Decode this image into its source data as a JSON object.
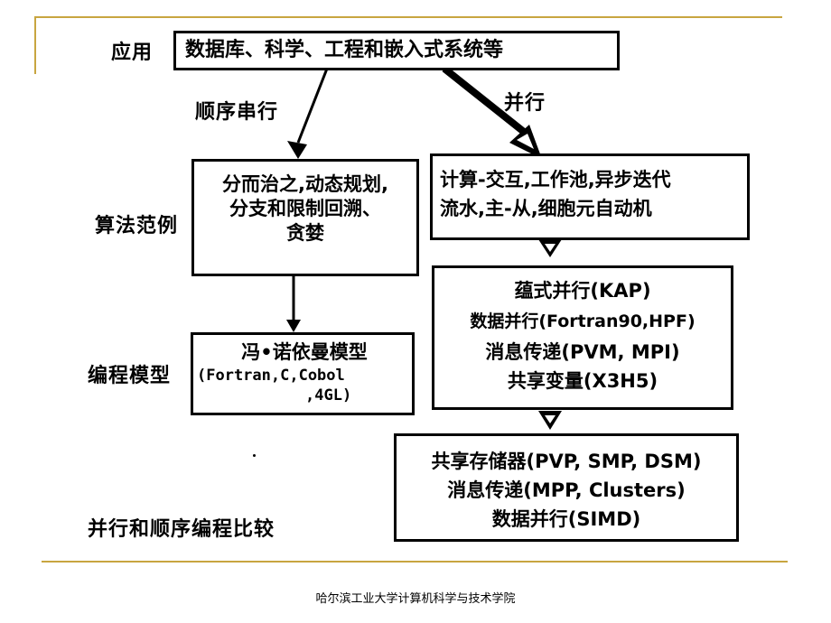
{
  "labels": {
    "application": "应用",
    "sequential_serial": "顺序串行",
    "parallel": "并行",
    "algorithm_paradigm": "算法范例",
    "programming_model": "编程模型",
    "comparison": "并行和顺序编程比较"
  },
  "boxes": {
    "application": [
      "数据库、科学、工程和嵌入式系统等"
    ],
    "seq_algorithm": [
      "分而治之,动态规划,",
      "分支和限制回溯、",
      "贪婪"
    ],
    "seq_model": [
      "冯•诺依曼模型",
      "(Fortran,C,Cobol",
      ",4GL)"
    ],
    "par_algorithm": [
      "计算-交互,工作池,异步迭代",
      "流水,主-从,细胞元自动机"
    ],
    "par_model": [
      "蕴式并行(KAP)",
      "数据并行(Fortran90,HPF)",
      "消息传递(PVM, MPI)",
      "共享变量(X3H5)"
    ],
    "par_machine": [
      "共享存储器(PVP, SMP, DSM)",
      "消息传递(MPP, Clusters)",
      "数据并行(SIMD)"
    ]
  },
  "footer": "哈尔滨工业大学计算机科学与技术学院",
  "colors": {
    "rule": "#c8a540",
    "ink": "#000000"
  }
}
